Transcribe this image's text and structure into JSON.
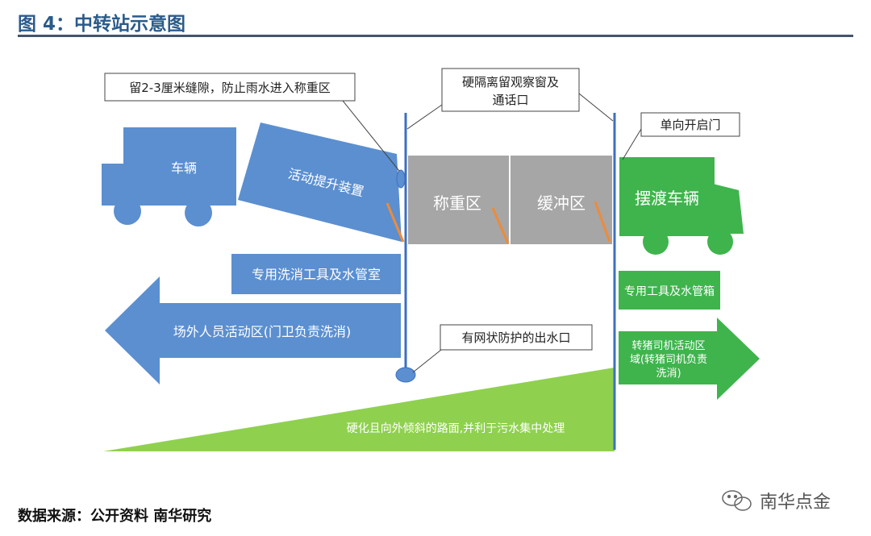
{
  "header": {
    "title": "图 4：中转站示意图"
  },
  "diagram": {
    "vehicle": "车辆",
    "lift": "活动提升装置",
    "weigh": "称重区",
    "buffer": "缓冲区",
    "ferry": "摆渡车辆",
    "room": "专用洗消工具及水管室",
    "box": "专用工具及水管箱",
    "outside_area": "场外人员活动区(门卫负责洗消)",
    "driver_area": [
      "转猪司机活动区",
      "域(转猪司机负责",
      "洗消)"
    ],
    "slope": "硬化且向外倾斜的路面,并利于污水集中处理",
    "callout_gap": "留2-3厘米缝隙，防止雨水进入称重区",
    "callout_window": [
      "硬隔离留观察窗及",
      "通话口"
    ],
    "callout_door": "单向开启门",
    "callout_outlet": "有网状防护的出水口"
  },
  "footer": {
    "source": "数据来源：公开资料 南华研究",
    "brand": "南华点金"
  },
  "colors": {
    "blue": "#5b8fd0",
    "gray": "#a6a6a6",
    "green": "#3fb44d",
    "lightgreen": "#8fd14f",
    "line": "#3d6fc0",
    "orange": "#ed8b3a"
  }
}
